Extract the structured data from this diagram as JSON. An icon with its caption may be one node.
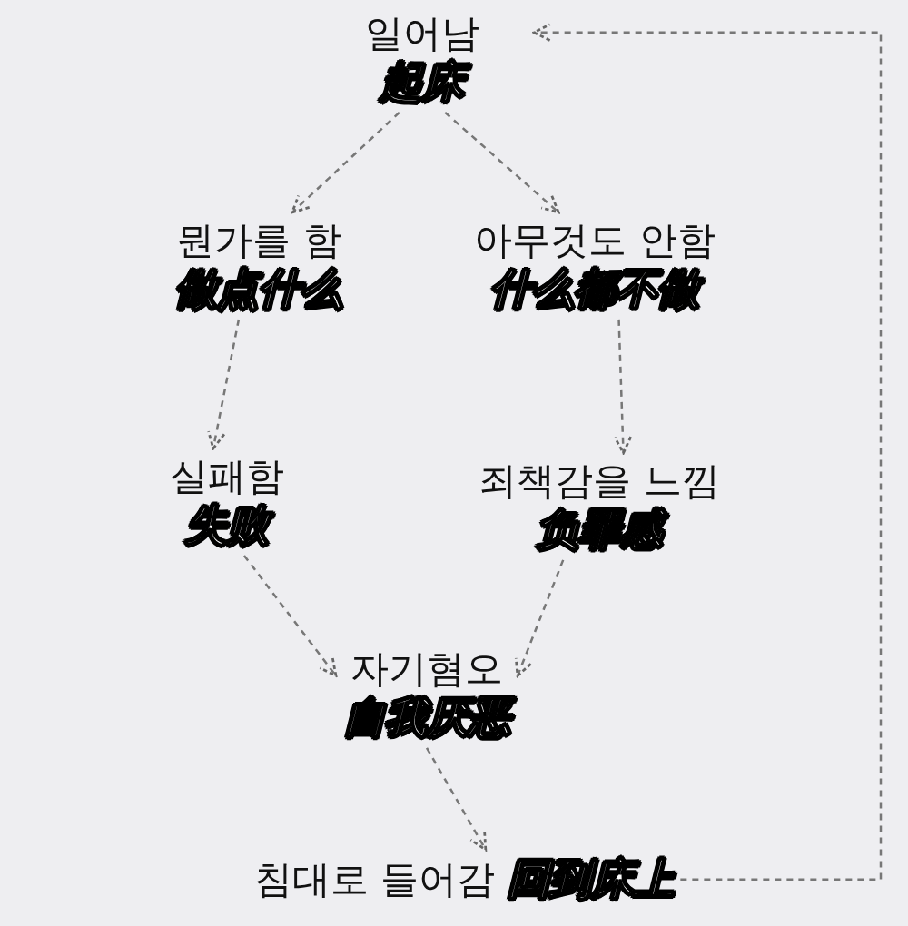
{
  "diagram": {
    "nodes": [
      {
        "text": [
          "일어남",
          "起床"
        ]
      },
      {
        "text": [
          "뭔가를 함",
          "做点什么"
        ]
      },
      {
        "text": [
          "아무것도 안함",
          "什么都不做"
        ]
      },
      {
        "text": [
          "실패함",
          "失败"
        ]
      },
      {
        "text": [
          "죄책감을 느낌",
          "负罪感"
        ]
      },
      {
        "text": [
          "자기혐오",
          "自我厌恶"
        ]
      },
      {
        "text": [
          "침대로 들어감",
          "回到床上"
        ]
      }
    ],
    "edges": [
      {
        "from": 0,
        "to": 1,
        "arrow": "to",
        "style": "dashed"
      },
      {
        "from": 0,
        "to": 2,
        "arrow": "to",
        "style": "dashed"
      },
      {
        "from": 1,
        "to": 3,
        "arrow": "to",
        "style": "dashed"
      },
      {
        "from": 2,
        "to": 4,
        "arrow": "to",
        "style": "dashed"
      },
      {
        "from": 3,
        "to": 5,
        "arrow": "to",
        "style": "dashed"
      },
      {
        "from": 4,
        "to": 5,
        "arrow": "to",
        "style": "dashed"
      },
      {
        "from": 5,
        "to": 6,
        "arrow": "to",
        "style": "dashed"
      },
      {
        "from": 6,
        "to": 0,
        "arrow": "to",
        "style": "dashed"
      }
    ]
  }
}
